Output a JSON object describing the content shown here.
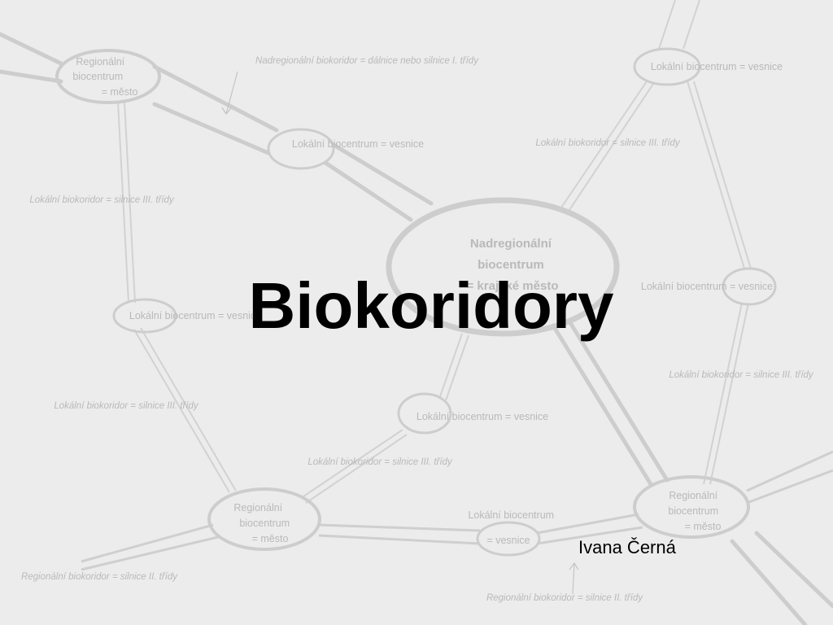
{
  "slide": {
    "title": "Biokoridory",
    "author": "Ivana Černá"
  },
  "background_diagram": {
    "nodes": {
      "regional_top_left": [
        "Regionální",
        "biocentrum",
        "= město"
      ],
      "local_top_center": "Lokální biocentrum = vesnice",
      "supraregional_center": [
        "Nadregionální",
        "biocentrum",
        "= krajské město"
      ],
      "local_top_right": "Lokální biocentrum = vesnice",
      "local_right": "Lokální biocentrum = vesnice",
      "local_left": "Lokální biocentrum = vesnice",
      "local_center_lower": "Lokální biocentrum = vesnice",
      "regional_bottom_left": [
        "Regionální",
        "biocentrum",
        "= město"
      ],
      "local_bottom_center": [
        "Lokální biocentrum",
        "= vesnice"
      ],
      "regional_bottom_right": [
        "Regionální",
        "biocentrum",
        "= město"
      ]
    },
    "corridors": {
      "supraregional_top": "Nadregionální biokoridor = dálnice nebo silnice I. třídy",
      "local_upper_right": "Lokální biokoridor = silnice III. třídy",
      "local_upper_left": "Lokální biokoridor = silnice III. třídy",
      "local_middle_right": "Lokální biokoridor = silnice III. třídy",
      "local_middle_left": "Lokální biokoridor = silnice III. třídy",
      "local_lower_center": "Lokální biokoridor = silnice III. třídy",
      "regional_bottom_left": "Regionální biokoridor = silnice II. třídy",
      "regional_bottom_right": "Regionální biokoridor = silnice II. třídy"
    }
  }
}
